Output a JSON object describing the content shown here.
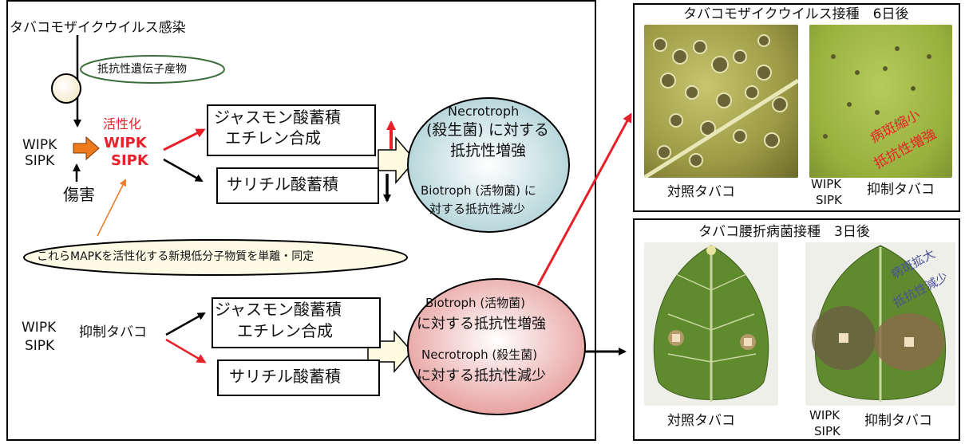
{
  "left": {
    "tmv_infection": "タバコモザイクウイルス感染",
    "resistance_gene_product": "抵抗性遺伝子産物",
    "wipk_sipk_top": [
      "WIPK",
      "SIPK"
    ],
    "wound": "傷害",
    "activation": "活性化",
    "activated_kinases": [
      "WIPK",
      "SIPK"
    ],
    "novel_compound": "これらMAPKを活性化する新規低分子物質を単離・同定",
    "upper": {
      "ja_line1": "ジャスモン酸蓄積",
      "ja_line2": "エチレン合成",
      "sa": "サリチル酸蓄積",
      "outcome": [
        "Necrotroph",
        "(殺生菌) に対する",
        "抵抗性増強",
        "Biotroph (活物菌) に",
        "対する抵抗性減少"
      ]
    },
    "lower": {
      "wipk_sipk": [
        "WIPK",
        "SIPK"
      ],
      "suppressed": "抑制タバコ",
      "ja_line1": "ジャスモン酸蓄積",
      "ja_line2": "エチレン合成",
      "sa": "サリチル酸蓄積",
      "outcome": [
        "Biotroph (活物菌)",
        "に対する抵抗性増強",
        "Necrotroph (殺生菌)",
        "に対する抵抗性減少"
      ]
    }
  },
  "right_top": {
    "title": "タバコモザイクウイルス接種　6日後",
    "control": "対照タバコ",
    "suppressed": "抑制タバコ",
    "wipk_sipk": [
      "WIPK",
      "SIPK"
    ],
    "photo_note": [
      "病斑縮小",
      "抵抗性増強"
    ]
  },
  "right_bottom": {
    "title": "タバコ腰折病菌接種　3日後",
    "control": "対照タバコ",
    "suppressed": "抑制タバコ",
    "wipk_sipk": [
      "WIPK",
      "SIPK"
    ],
    "photo_note": [
      "病斑拡大",
      "抵抗性減少"
    ]
  },
  "colors": {
    "activation_red": "#e8202a",
    "note_blue": "#4a4f9a"
  }
}
